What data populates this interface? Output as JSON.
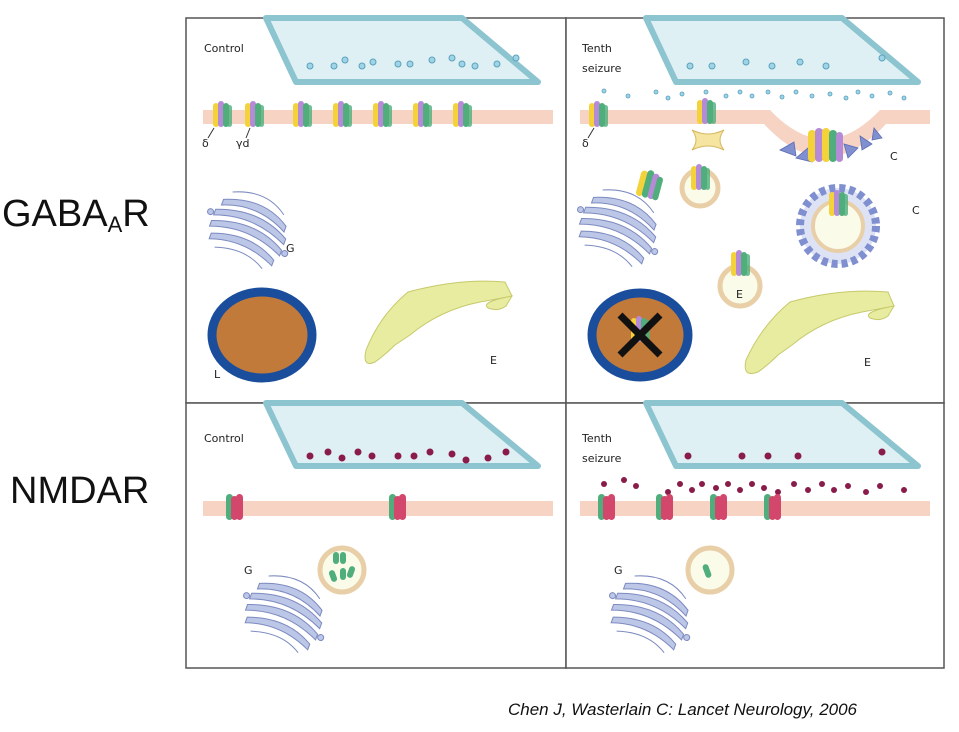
{
  "row_labels": {
    "gaba": {
      "main": "GABA",
      "sub": "A",
      "suffix": "R"
    },
    "nmda": "NMDAR"
  },
  "panels": {
    "top_left": {
      "title_lines": [
        "Control"
      ]
    },
    "top_right": {
      "title_lines": [
        "Tenth",
        "seizure"
      ]
    },
    "bottom_left": {
      "title_lines": [
        "Control"
      ]
    },
    "bottom_right": {
      "title_lines": [
        "Tenth",
        "seizure"
      ]
    }
  },
  "structure_labels": {
    "delta": "δ",
    "gamma_d": "γd",
    "golgi": "G",
    "lysosome": "L",
    "endosome": "E",
    "clathrin": "C"
  },
  "citation": "Chen J,  Wasterlain C: Lancet Neurology, 2006",
  "colors": {
    "membrane": "#f7d3c3",
    "presynaptic_fill": "#dff0f4",
    "presynaptic_stroke": "#8cc4cf",
    "gaba_vesicle": "#9fd3e6",
    "glutamate_vesicle": "#8a1c4a",
    "golgi": "#bcc6e6",
    "lysosome_outer": "#1a4e9c",
    "lysosome_inner": "#c17a3a",
    "endosome": "#e8eca0",
    "subunit_yellow": "#f3d23a",
    "subunit_green": "#4fae7c",
    "subunit_purple": "#b58ad6",
    "subunit_pink": "#d2476b",
    "vesicle_rim": "#e9cfa8",
    "clathrin": "#7f8fd0"
  }
}
